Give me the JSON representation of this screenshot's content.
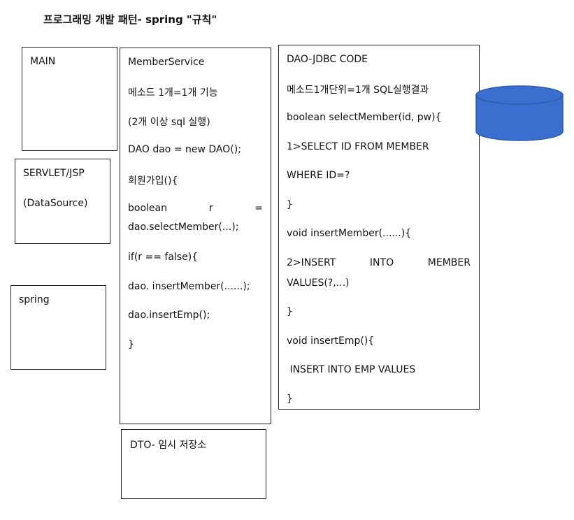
{
  "title": "프로그래밍 개발 패턴- spring \"규칙\"",
  "main_box": {
    "label": "MAIN"
  },
  "servlet_box": {
    "label": "SERVLET/JSP",
    "sub": "(DataSource)"
  },
  "spring_box": {
    "label": "spring"
  },
  "member_service": {
    "title": "MemberService",
    "line1": "메소드 1개=1개 기능",
    "line2": "(2개 이상 sql 실행)",
    "line3": "DAO dao = new DAO();",
    "line4": "회원가입(){",
    "line5_a": "boolean",
    "line5_b": "r",
    "line5_c": "=",
    "line5_d": "dao.selectMember(...);",
    "line6": "if(r == false){",
    "line7": "dao. insertMember(......);",
    "line8": "dao.insertEmp();",
    "line9": "}"
  },
  "dto_box": {
    "label": "DTO- 임시 저장소"
  },
  "dao_box": {
    "title": "DAO-JDBC CODE",
    "line1": "메소드1개단위=1개 SQL실행결과",
    "line2": "boolean selectMember(id, pw){",
    "line3": "1>SELECT ID FROM MEMBER",
    "line4": "WHERE ID=?",
    "line5": "}",
    "line6": "void insertMember(......){",
    "line7_a": "2>INSERT",
    "line7_b": "INTO",
    "line7_c": "MEMBER",
    "line7_d": "VALUES(?,...)",
    "line8": "}",
    "line9": "void insertEmp(){",
    "line10": " INSERT INTO EMP VALUES",
    "line11": "}"
  },
  "database": {
    "icon": "database-cylinder-icon",
    "fill": "#3a6fd0",
    "stroke": "#2f5aa8"
  }
}
